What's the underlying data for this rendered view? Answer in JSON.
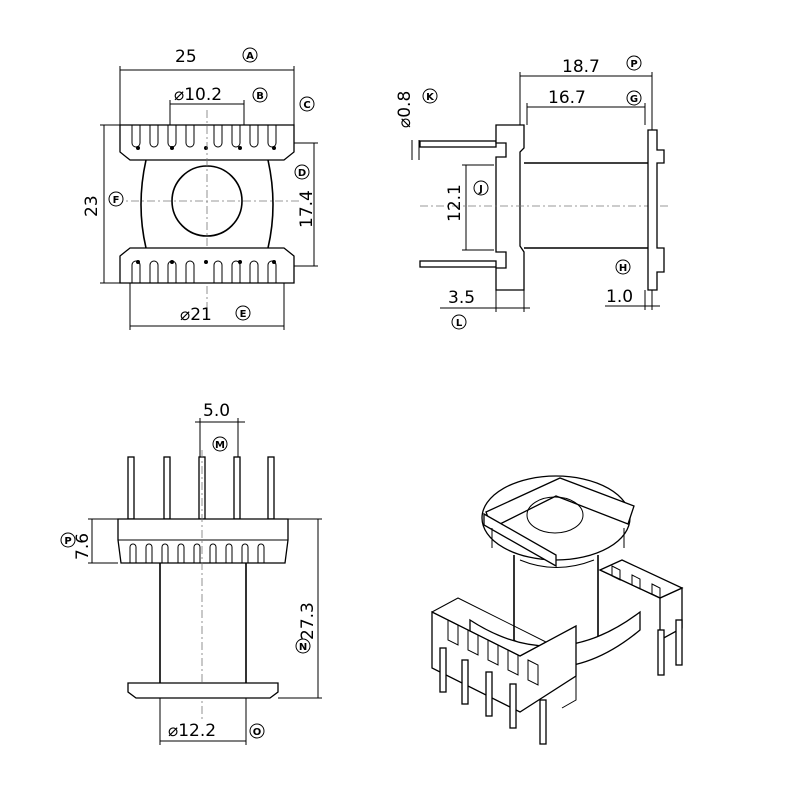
{
  "top_left": {
    "dim_width": "25",
    "tag_width": "A",
    "dim_pin_dia": "⌀10.2",
    "tag_pin_dia": "B",
    "tag_comb": "C",
    "dim_height": "23",
    "tag_height": "F",
    "dim_inner": "17.4",
    "tag_inner": "D",
    "dim_flange_dia": "⌀21",
    "tag_flange_dia": "E"
  },
  "top_right": {
    "dim_overall": "18.7",
    "tag_overall": "P",
    "dim_body": "16.7",
    "tag_body": "G",
    "dim_pin_dia": "⌀0.8",
    "tag_pin_dia": "K",
    "dim_pin_gap": "12.1",
    "tag_pin_gap": "J",
    "tag_flange": "H",
    "dim_pin_len": "3.5",
    "tag_pin_len": "L",
    "dim_flange_thk": "1.0"
  },
  "bottom_left": {
    "dim_pitch": "5.0",
    "tag_pitch": "M",
    "dim_flange_h": "7.6",
    "tag_flange_h": "P",
    "dim_total_h": "27.3",
    "tag_total_h": "N",
    "dim_core_dia": "⌀12.2",
    "tag_core_dia": "O"
  }
}
